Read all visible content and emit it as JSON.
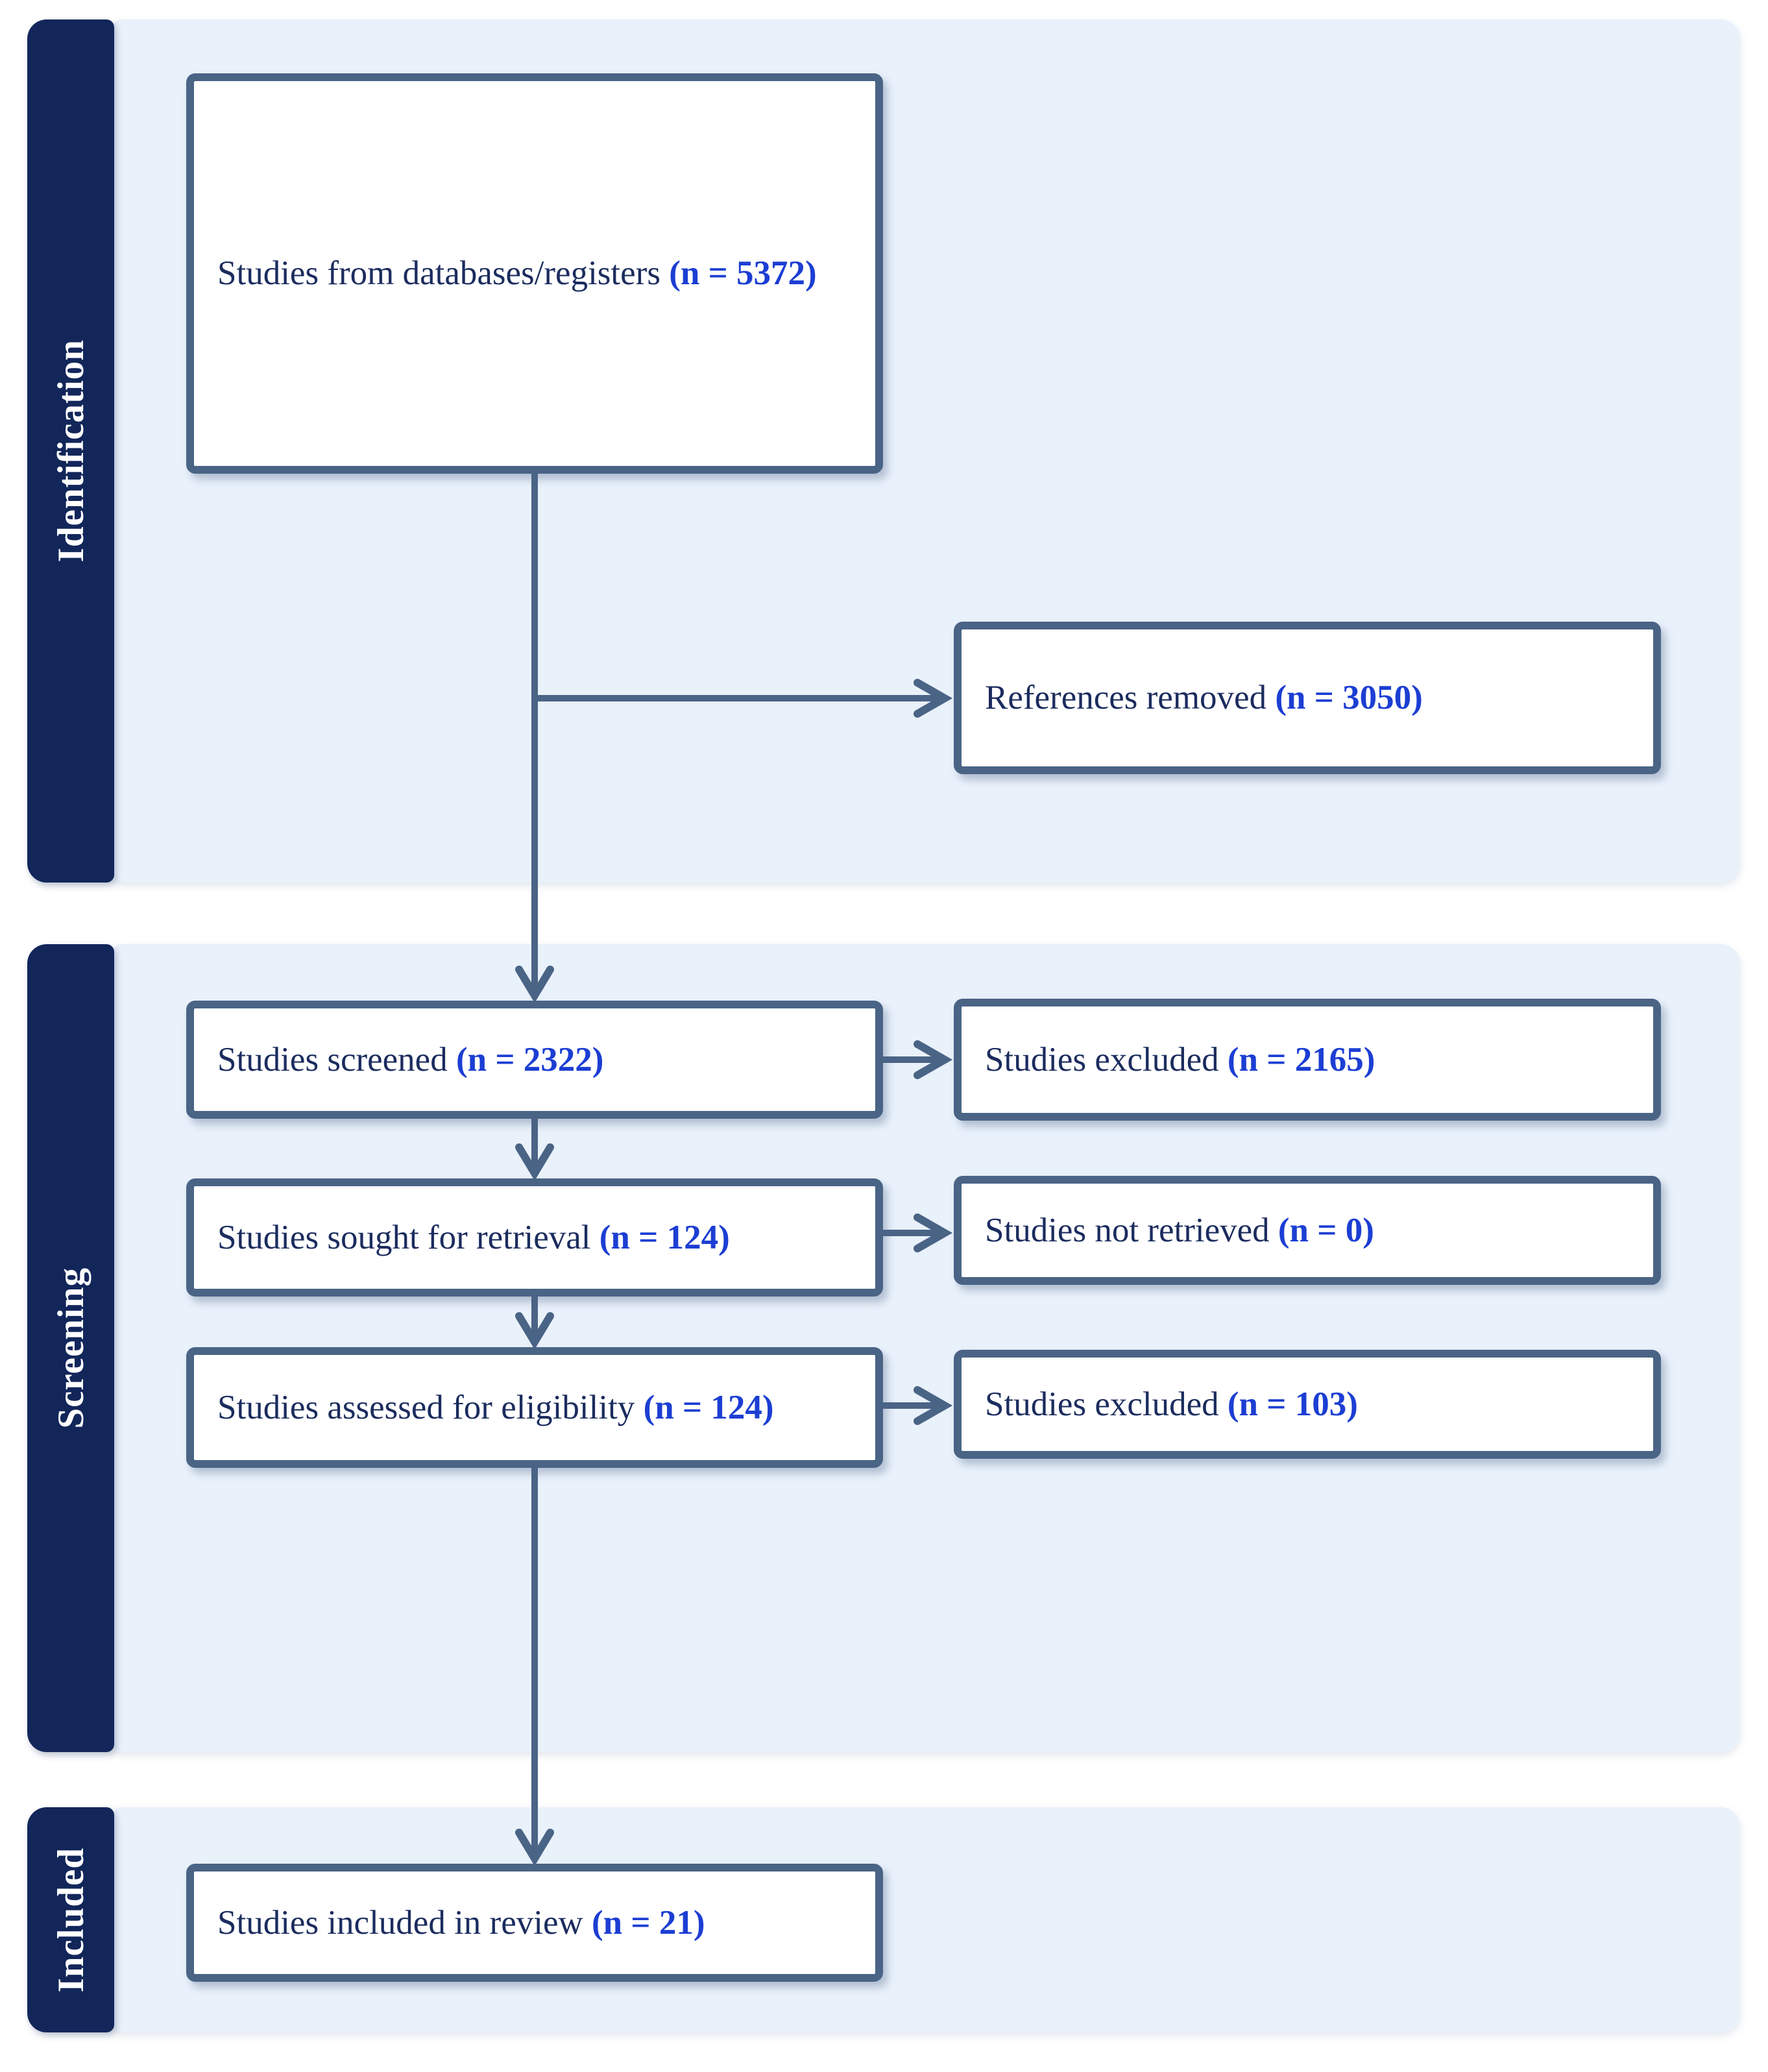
{
  "sidebar": {
    "identification": "Identification",
    "screening": "Screening",
    "included": "Included"
  },
  "boxes": {
    "databases": {
      "label": "Studies from databases/registers ",
      "n": "(n = 5372)"
    },
    "references_removed": {
      "label": "References removed ",
      "n": "(n = 3050)"
    },
    "screened": {
      "label": "Studies screened ",
      "n": "(n = 2322)"
    },
    "excluded_screening": {
      "label": "Studies excluded ",
      "n": "(n = 2165)"
    },
    "sought_retrieval": {
      "label": "Studies sought for retrieval ",
      "n": "(n = 124)"
    },
    "not_retrieved": {
      "label": "Studies not retrieved ",
      "n": "(n = 0)"
    },
    "assessed_eligibility": {
      "label": "Studies assessed for eligibility ",
      "n": "(n = 124)"
    },
    "excluded_eligibility": {
      "label": "Studies excluded ",
      "n": "(n = 103)"
    },
    "included_review": {
      "label": "Studies included in review ",
      "n": "(n = 21)"
    }
  },
  "colors": {
    "sidebar_navy": "#12265a",
    "panel_light_blue": "#e9f1fb",
    "box_border": "#4a6486",
    "arrow": "#4a6486",
    "text_navy": "#1b2c5e",
    "count_blue": "#1c3ed3",
    "box_fill": "#ffffff"
  }
}
